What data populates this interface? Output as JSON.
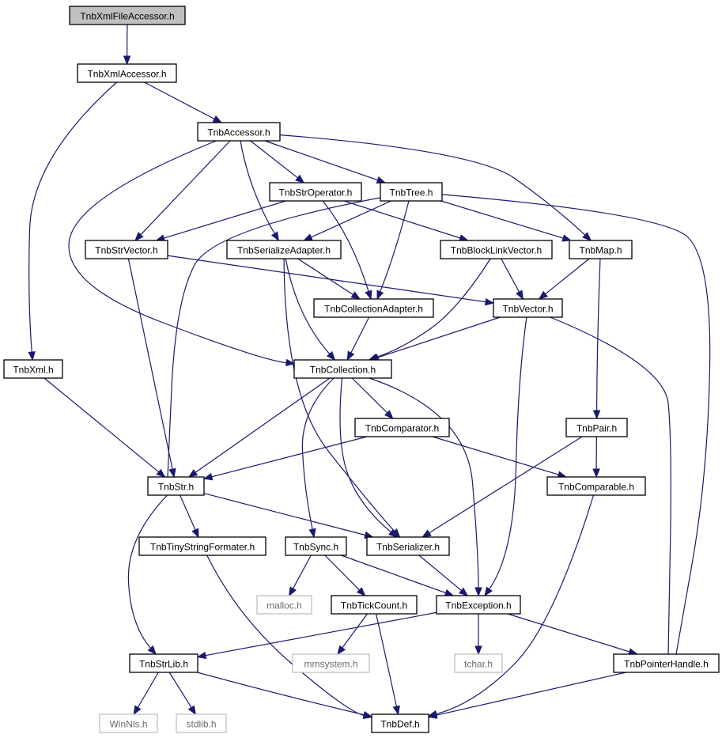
{
  "colors": {
    "edge": "#191970",
    "root_fill": "#bfbfbf",
    "node_border": "#000000",
    "external_border": "#bfbfbf",
    "external_text": "#6b6b6b"
  },
  "nodes": [
    {
      "id": "xmlfileaccessor",
      "label": "TnbXmlFileAccessor.h",
      "kind": "root"
    },
    {
      "id": "xmlaccessor",
      "label": "TnbXmlAccessor.h",
      "kind": "file"
    },
    {
      "id": "accessor",
      "label": "TnbAccessor.h",
      "kind": "file"
    },
    {
      "id": "stroperator",
      "label": "TnbStrOperator.h",
      "kind": "file"
    },
    {
      "id": "tree",
      "label": "TnbTree.h",
      "kind": "file"
    },
    {
      "id": "strvector",
      "label": "TnbStrVector.h",
      "kind": "file"
    },
    {
      "id": "serializeadapter",
      "label": "TnbSerializeAdapter.h",
      "kind": "file"
    },
    {
      "id": "blocklinkvector",
      "label": "TnbBlockLinkVector.h",
      "kind": "file"
    },
    {
      "id": "map",
      "label": "TnbMap.h",
      "kind": "file"
    },
    {
      "id": "collectionadapter",
      "label": "TnbCollectionAdapter.h",
      "kind": "file"
    },
    {
      "id": "vector",
      "label": "TnbVector.h",
      "kind": "file"
    },
    {
      "id": "xml",
      "label": "TnbXml.h",
      "kind": "file"
    },
    {
      "id": "collection",
      "label": "TnbCollection.h",
      "kind": "file"
    },
    {
      "id": "comparator",
      "label": "TnbComparator.h",
      "kind": "file"
    },
    {
      "id": "pair",
      "label": "TnbPair.h",
      "kind": "file"
    },
    {
      "id": "str",
      "label": "TnbStr.h",
      "kind": "file"
    },
    {
      "id": "comparable",
      "label": "TnbComparable.h",
      "kind": "file"
    },
    {
      "id": "tinystringformater",
      "label": "TnbTinyStringFormater.h",
      "kind": "file"
    },
    {
      "id": "sync",
      "label": "TnbSync.h",
      "kind": "file"
    },
    {
      "id": "serializer",
      "label": "TnbSerializer.h",
      "kind": "file"
    },
    {
      "id": "malloc",
      "label": "malloc.h",
      "kind": "external"
    },
    {
      "id": "tickcount",
      "label": "TnbTickCount.h",
      "kind": "file"
    },
    {
      "id": "exception",
      "label": "TnbException.h",
      "kind": "file"
    },
    {
      "id": "strlib",
      "label": "TnbStrLib.h",
      "kind": "file"
    },
    {
      "id": "mmsystem",
      "label": "mmsystem.h",
      "kind": "external"
    },
    {
      "id": "tchar",
      "label": "tchar.h",
      "kind": "external"
    },
    {
      "id": "pointerhandle",
      "label": "TnbPointerHandle.h",
      "kind": "file"
    },
    {
      "id": "winnls",
      "label": "WinNls.h",
      "kind": "external"
    },
    {
      "id": "stdlib",
      "label": "stdlib.h",
      "kind": "external"
    },
    {
      "id": "def",
      "label": "TnbDef.h",
      "kind": "file"
    }
  ],
  "edges": [
    {
      "from": "xmlfileaccessor",
      "to": "xmlaccessor"
    },
    {
      "from": "xmlaccessor",
      "to": "accessor"
    },
    {
      "from": "xmlaccessor",
      "to": "xml"
    },
    {
      "from": "accessor",
      "to": "stroperator"
    },
    {
      "from": "accessor",
      "to": "tree"
    },
    {
      "from": "accessor",
      "to": "strvector"
    },
    {
      "from": "accessor",
      "to": "serializeadapter"
    },
    {
      "from": "accessor",
      "to": "map"
    },
    {
      "from": "accessor",
      "to": "collection"
    },
    {
      "from": "stroperator",
      "to": "strvector"
    },
    {
      "from": "stroperator",
      "to": "blocklinkvector"
    },
    {
      "from": "stroperator",
      "to": "collectionadapter"
    },
    {
      "from": "tree",
      "to": "serializeadapter"
    },
    {
      "from": "tree",
      "to": "collectionadapter"
    },
    {
      "from": "tree",
      "to": "map"
    },
    {
      "from": "tree",
      "to": "str"
    },
    {
      "from": "tree",
      "to": "pointerhandle"
    },
    {
      "from": "strvector",
      "to": "vector"
    },
    {
      "from": "strvector",
      "to": "str"
    },
    {
      "from": "serializeadapter",
      "to": "collectionadapter"
    },
    {
      "from": "serializeadapter",
      "to": "collection"
    },
    {
      "from": "serializeadapter",
      "to": "serializer"
    },
    {
      "from": "blocklinkvector",
      "to": "vector"
    },
    {
      "from": "blocklinkvector",
      "to": "collection"
    },
    {
      "from": "map",
      "to": "vector"
    },
    {
      "from": "map",
      "to": "pair"
    },
    {
      "from": "collectionadapter",
      "to": "collection"
    },
    {
      "from": "vector",
      "to": "collection"
    },
    {
      "from": "vector",
      "to": "exception"
    },
    {
      "from": "vector",
      "to": "pointerhandle"
    },
    {
      "from": "xml",
      "to": "str"
    },
    {
      "from": "collection",
      "to": "comparator"
    },
    {
      "from": "collection",
      "to": "str"
    },
    {
      "from": "collection",
      "to": "sync"
    },
    {
      "from": "collection",
      "to": "serializer"
    },
    {
      "from": "collection",
      "to": "exception"
    },
    {
      "from": "comparator",
      "to": "str"
    },
    {
      "from": "comparator",
      "to": "comparable"
    },
    {
      "from": "pair",
      "to": "comparable"
    },
    {
      "from": "pair",
      "to": "serializer"
    },
    {
      "from": "str",
      "to": "tinystringformater"
    },
    {
      "from": "str",
      "to": "serializer"
    },
    {
      "from": "str",
      "to": "strlib"
    },
    {
      "from": "comparable",
      "to": "def"
    },
    {
      "from": "tinystringformater",
      "to": "def"
    },
    {
      "from": "sync",
      "to": "malloc"
    },
    {
      "from": "sync",
      "to": "tickcount"
    },
    {
      "from": "sync",
      "to": "exception"
    },
    {
      "from": "serializer",
      "to": "exception"
    },
    {
      "from": "tickcount",
      "to": "mmsystem"
    },
    {
      "from": "tickcount",
      "to": "def"
    },
    {
      "from": "exception",
      "to": "strlib"
    },
    {
      "from": "exception",
      "to": "tchar"
    },
    {
      "from": "exception",
      "to": "pointerhandle"
    },
    {
      "from": "strlib",
      "to": "winnls"
    },
    {
      "from": "strlib",
      "to": "stdlib"
    },
    {
      "from": "strlib",
      "to": "def"
    },
    {
      "from": "pointerhandle",
      "to": "def"
    }
  ]
}
